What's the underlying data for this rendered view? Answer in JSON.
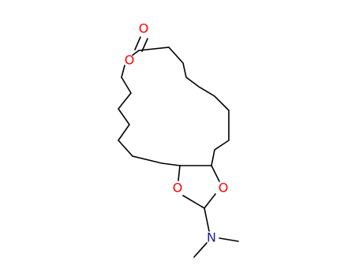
{
  "molecule": {
    "atoms": {
      "carbonyl_oxygen": {
        "symbol": "O",
        "color": "#ff0000"
      },
      "ester_oxygen": {
        "symbol": "O",
        "color": "#ff0000"
      },
      "dioxolane_oxygen_left": {
        "symbol": "O",
        "color": "#ff0000"
      },
      "dioxolane_oxygen_right": {
        "symbol": "O",
        "color": "#ff0000"
      },
      "amine_nitrogen": {
        "symbol": "N",
        "color": "#1f1fa8"
      }
    },
    "bond_color": "#000000",
    "background": "#ffffff"
  }
}
